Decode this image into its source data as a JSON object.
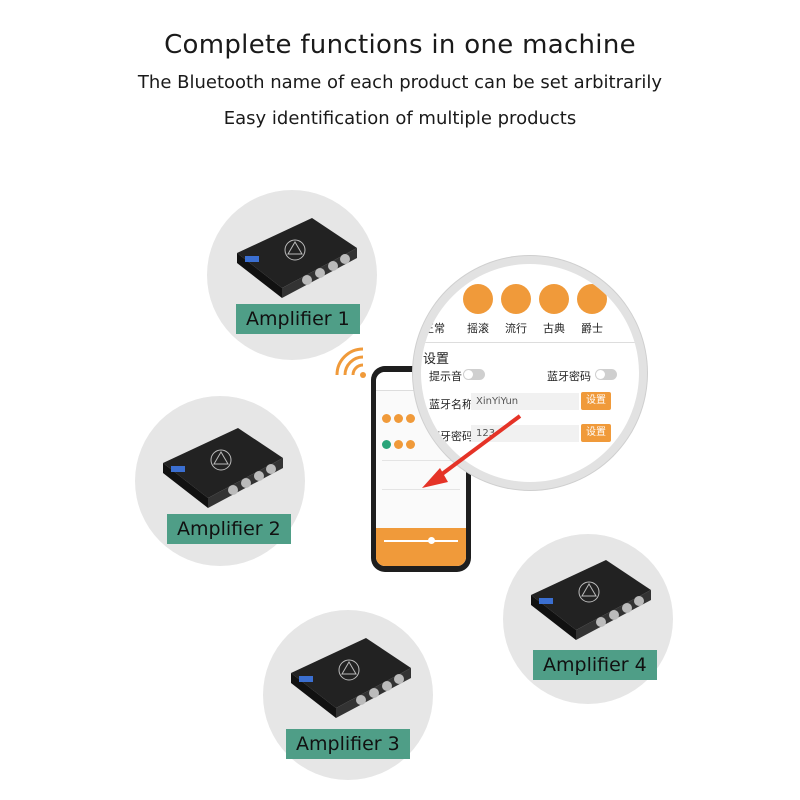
{
  "header": {
    "title": "Complete functions in one machine",
    "subtitle_1": "The Bluetooth name of each product can be set arbitrarily",
    "subtitle_2": "Easy identification of multiple products"
  },
  "amplifiers": [
    {
      "label": "Amplifier 1"
    },
    {
      "label": "Amplifier 2"
    },
    {
      "label": "Amplifier 3"
    },
    {
      "label": "Amplifier 4"
    }
  ],
  "app": {
    "modes": [
      {
        "label": "正常",
        "icon": "check-icon"
      },
      {
        "label": "摇滚",
        "icon": "rock-hand-icon"
      },
      {
        "label": "流行",
        "icon": "headphones-icon"
      },
      {
        "label": "古典",
        "icon": "leaf-icon"
      },
      {
        "label": "爵士",
        "icon": "trumpet-icon"
      }
    ],
    "settings_title": "设置",
    "prompt_tone_label": "提示音",
    "bt_password_label": "蓝牙密码",
    "bt_name_label": "蓝牙名称",
    "bt_name_value": "XinYiYun",
    "bt_code_label": "蓝牙密码",
    "bt_code_value": "123",
    "set_button": "设置"
  },
  "colors": {
    "accent_orange": "#f09a3a",
    "label_green": "#4f9e87",
    "arrow_red": "#e53327",
    "circle_gray": "#e6e6e6"
  }
}
